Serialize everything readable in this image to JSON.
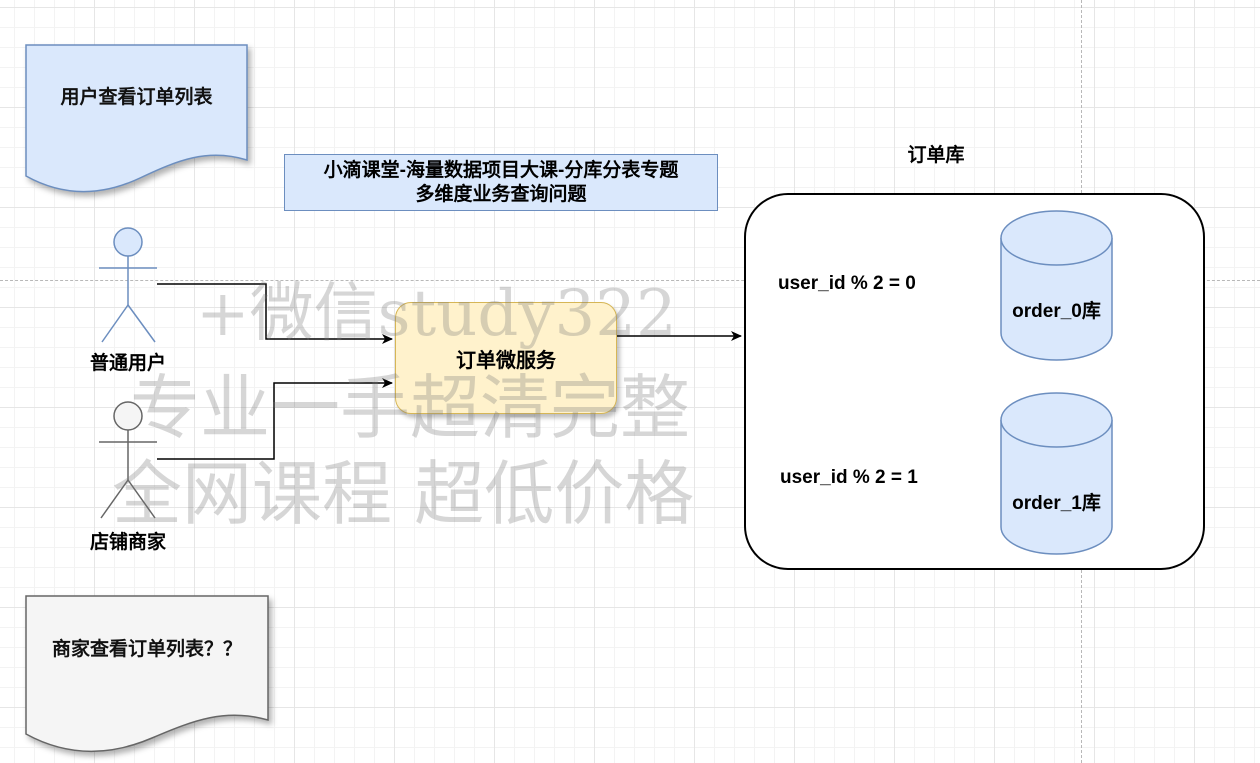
{
  "documents": {
    "user_doc": "用户查看订单列表",
    "merchant_doc": "商家查看订单列表？？"
  },
  "title": {
    "line1": "小滴课堂-海量数据项目大课-分库分表专题",
    "line2": "多维度业务查询问题"
  },
  "actors": {
    "user": "普通用户",
    "merchant": "店铺商家"
  },
  "service": {
    "label": "订单微服务"
  },
  "database_group": {
    "label": "订单库",
    "rules": [
      "user_id % 2 = 0",
      "user_id % 2 = 1"
    ],
    "databases": [
      "order_0库",
      "order_1库"
    ]
  },
  "watermark": {
    "line1": "+微信study322",
    "line2": "专业一手超清完整",
    "line3": "全网课程 超低价格"
  },
  "colors": {
    "blue_fill": "#dae8fc",
    "blue_stroke": "#6c8ebf",
    "yellow_fill": "#fff2cc",
    "yellow_stroke": "#d6b656",
    "gray_fill": "#f5f5f5",
    "gray_stroke": "#666666"
  }
}
